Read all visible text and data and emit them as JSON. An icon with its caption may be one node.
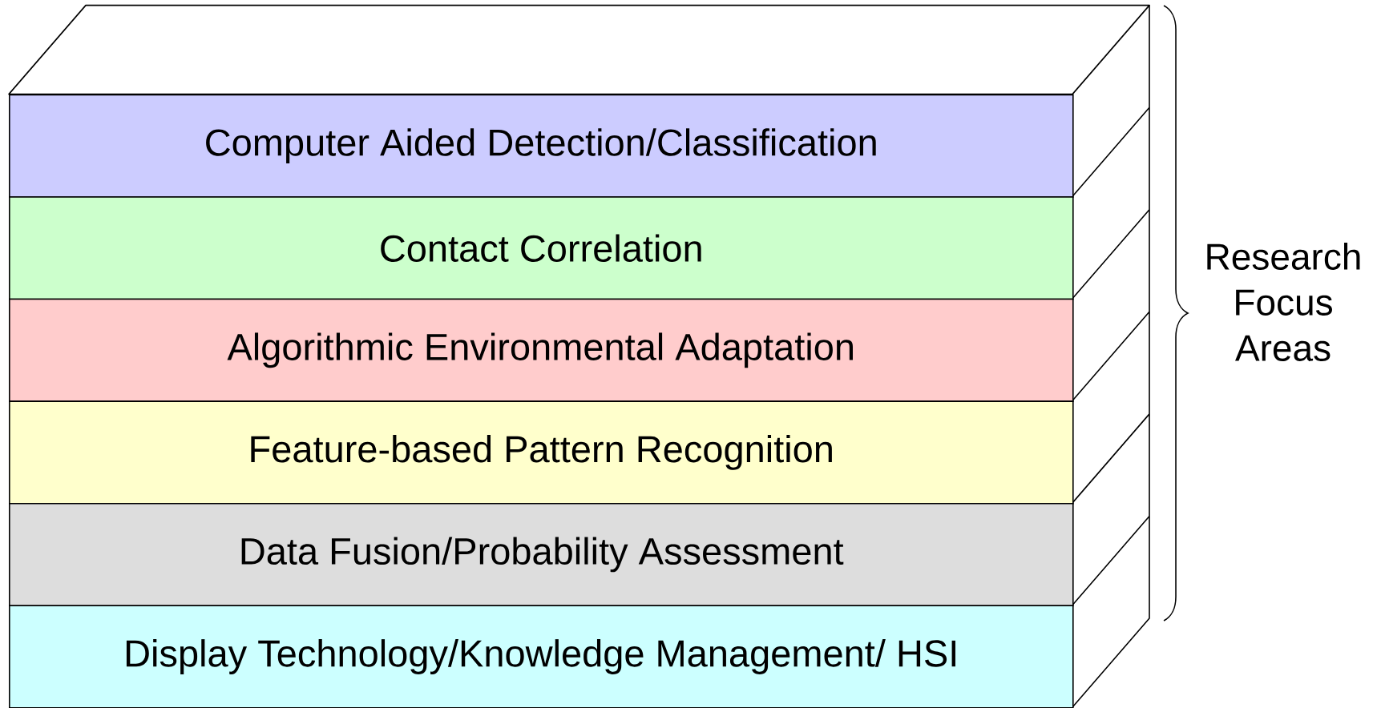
{
  "diagram": {
    "nodes": [
      {
        "text": [
          "Computer Aided Detection/Classification"
        ]
      },
      {
        "text": [
          "Contact Correlation"
        ]
      },
      {
        "text": [
          "Algorithmic Environmental Adaptation"
        ]
      },
      {
        "text": [
          "Feature-based Pattern Recognition"
        ]
      },
      {
        "text": [
          "Data Fusion/Probability Assessment"
        ]
      },
      {
        "text": [
          "Display Technology/Knowledge Management/ HSI"
        ]
      }
    ],
    "labels": [
      "Research Focus Areas"
    ]
  }
}
